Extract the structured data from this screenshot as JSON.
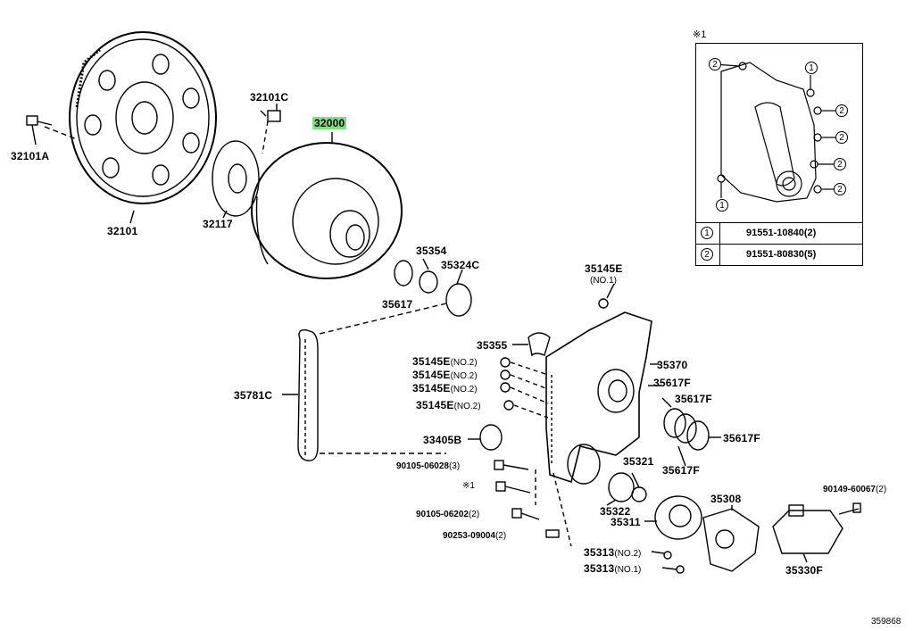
{
  "parts": {
    "p32101A": "32101A",
    "p32101": "32101",
    "p32101C": "32101C",
    "p32117": "32117",
    "p32000": "32000",
    "p35354": "35354",
    "p35324C": "35324C",
    "p35617": "35617",
    "p35145E_top": "35145E",
    "p35145E_top_note": "(NO.1)",
    "p35355": "35355",
    "p35370": "35370",
    "p35781C": "35781C",
    "p35145E_a": "35145E",
    "p35145E_a_note": "(NO.2)",
    "p35145E_b": "35145E",
    "p35145E_b_note": "(NO.2)",
    "p35145E_c": "35145E",
    "p35145E_c_note": "(NO.2)",
    "p35145E_d": "35145E",
    "p35145E_d_note": "(NO.2)",
    "p35617F_a": "35617F",
    "p35617F_b": "35617F",
    "p35617F_c": "35617F",
    "p35617F_d": "35617F",
    "p33405B": "33405B",
    "p90105_06028": "90105-06028",
    "p90105_06028_qty": "(3)",
    "p_ref1": "※1",
    "p90105_06202": "90105-06202",
    "p90105_06202_qty": "(2)",
    "p90253_09004": "90253-09004",
    "p90253_09004_qty": "(2)",
    "p35321": "35321",
    "p35322": "35322",
    "p35308": "35308",
    "p35311": "35311",
    "p35313_a": "35313",
    "p35313_a_note": "(NO.2)",
    "p35313_b": "35313",
    "p35313_b_note": "(NO.1)",
    "p90149_60067": "90149-60067",
    "p90149_60067_qty": "(2)",
    "p35330F": "35330F",
    "figure_id": "359868"
  },
  "inset": {
    "ref_mark": "※1",
    "callouts": [
      "1",
      "2"
    ],
    "rows": [
      {
        "num": "1",
        "value": "91551-10840(2)"
      },
      {
        "num": "2",
        "value": "91551-80830(5)"
      }
    ]
  },
  "colors": {
    "highlight": "#7fe07f",
    "line": "#000000"
  }
}
